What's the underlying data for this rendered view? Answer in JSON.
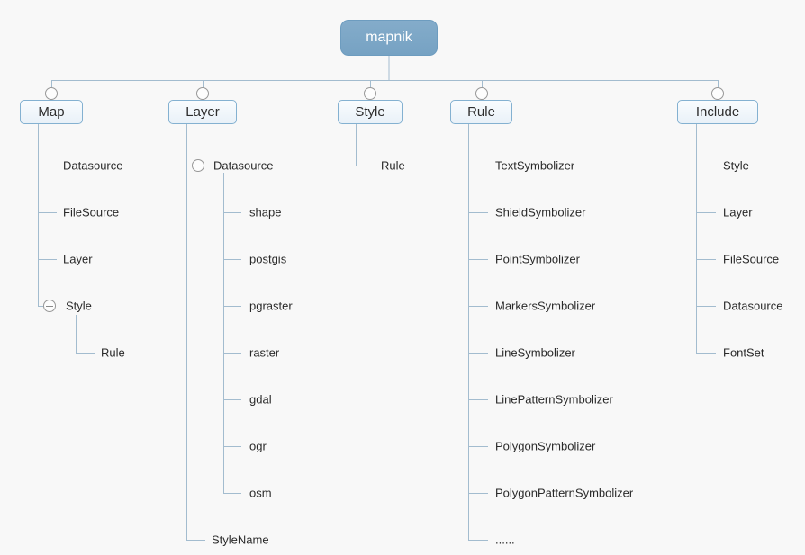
{
  "diagram_title": "mapnik",
  "colors": {
    "background": "#f8f8f8",
    "root_fill": "#7aa6c6",
    "root_text": "#ffffff",
    "node_border": "#84b1d1",
    "node_fill": "#eef4f9",
    "connector_line": "#a3bccf",
    "collapse_icon_stroke": "#979797",
    "label_text": "#2a2a2a"
  },
  "icons": {
    "collapse": "minus-circle"
  },
  "tree": {
    "root": {
      "label": "mapnik"
    },
    "nodes": [
      {
        "label": "Map",
        "children": [
          {
            "label": "Datasource"
          },
          {
            "label": "FileSource"
          },
          {
            "label": "Layer"
          },
          {
            "label": "Style",
            "children": [
              {
                "label": "Rule"
              }
            ]
          }
        ]
      },
      {
        "label": "Layer",
        "children": [
          {
            "label": "Datasource",
            "children": [
              {
                "label": "shape"
              },
              {
                "label": "postgis"
              },
              {
                "label": "pgraster"
              },
              {
                "label": "raster"
              },
              {
                "label": "gdal"
              },
              {
                "label": "ogr"
              },
              {
                "label": "osm"
              }
            ]
          },
          {
            "label": "StyleName"
          }
        ]
      },
      {
        "label": "Style",
        "children": [
          {
            "label": "Rule"
          }
        ]
      },
      {
        "label": "Rule",
        "children": [
          {
            "label": "TextSymbolizer"
          },
          {
            "label": "ShieldSymbolizer"
          },
          {
            "label": "PointSymbolizer"
          },
          {
            "label": "MarkersSymbolizer"
          },
          {
            "label": "LineSymbolizer"
          },
          {
            "label": "LinePatternSymbolizer"
          },
          {
            "label": "PolygonSymbolizer"
          },
          {
            "label": "PolygonPatternSymbolizer"
          },
          {
            "label": "......"
          }
        ]
      },
      {
        "label": "Include",
        "children": [
          {
            "label": "Style"
          },
          {
            "label": "Layer"
          },
          {
            "label": "FileSource"
          },
          {
            "label": "Datasource"
          },
          {
            "label": "FontSet"
          }
        ]
      }
    ]
  }
}
